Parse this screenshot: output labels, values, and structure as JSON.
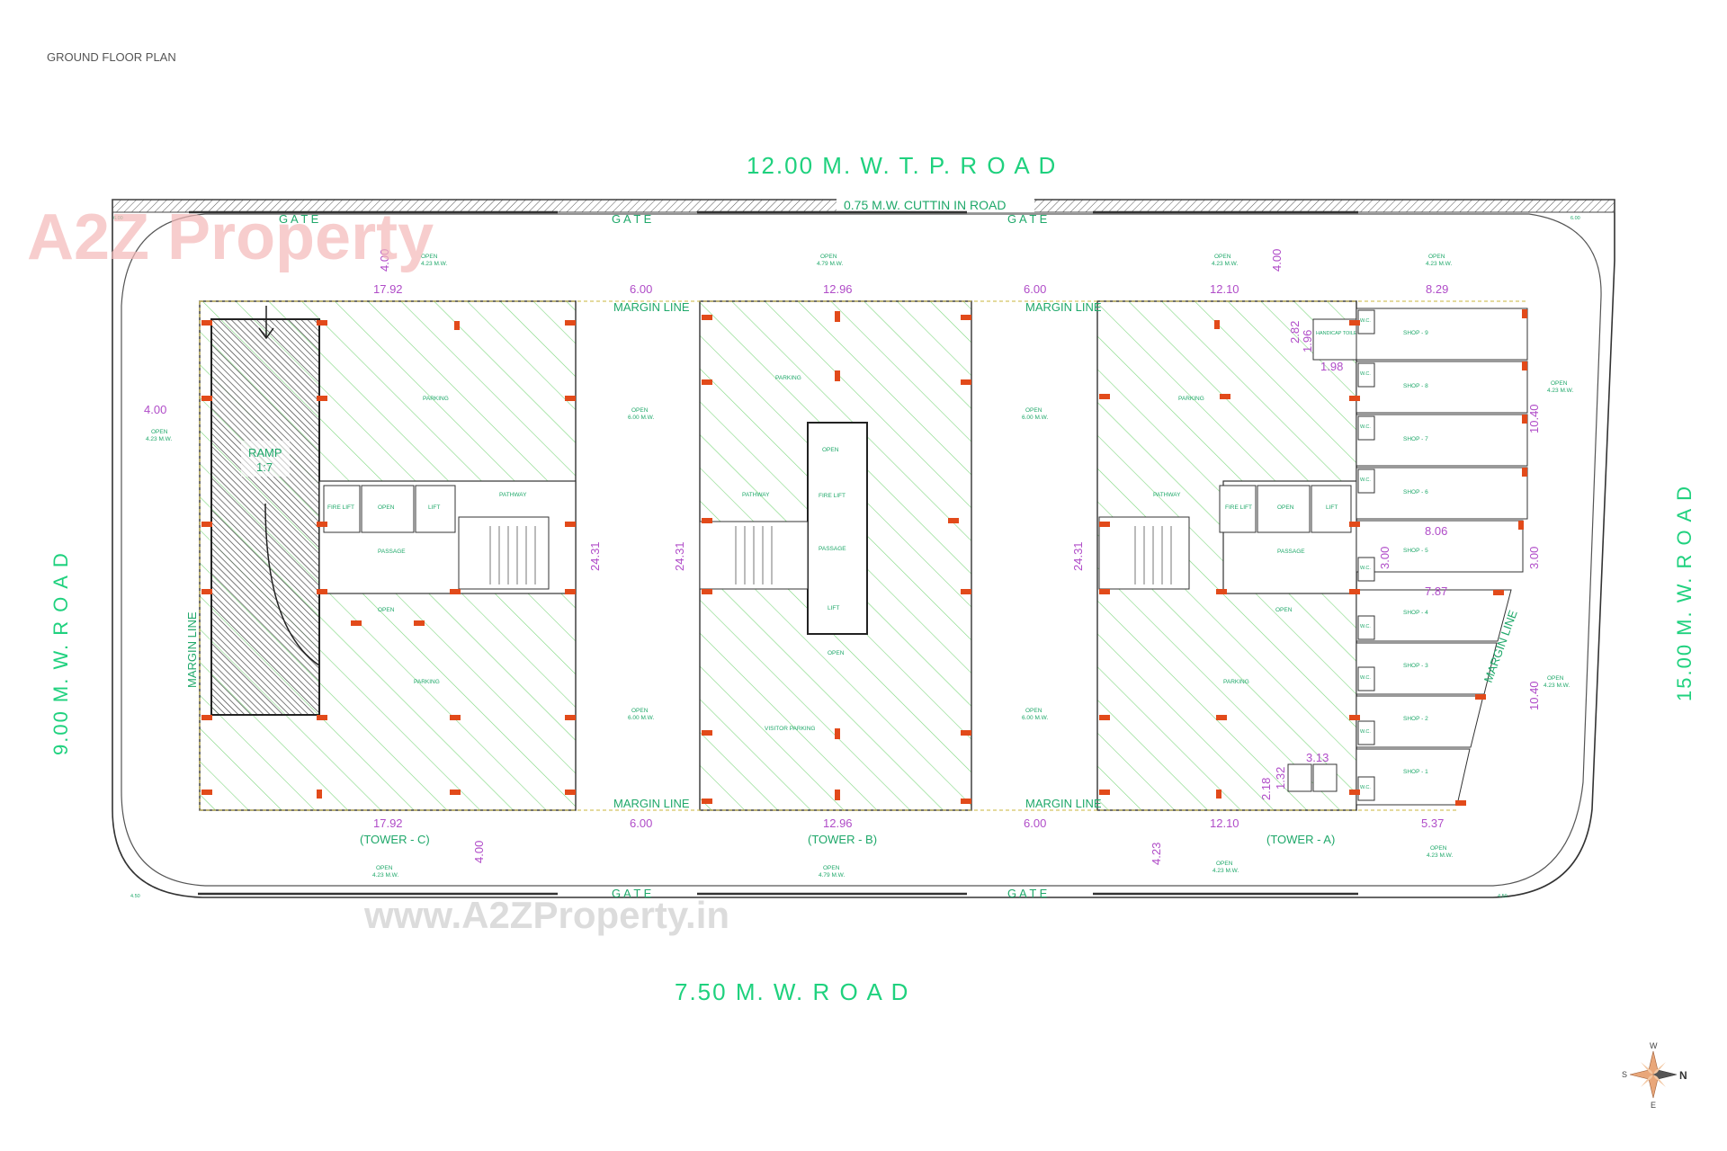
{
  "title": "GROUND FLOOR PLAN",
  "watermark": {
    "logo": "A2Z Property",
    "url": "www.A2ZProperty.in"
  },
  "roads": {
    "north": "12.00  M.  W.  T. P.  R     O     A     D",
    "south": "7.50  M.  W.  R     O     A     D",
    "west": "9.00  M.  W.  R    O    A    D",
    "east": "15.00  M.  W.  R    O    A    D",
    "cutting": "0.75 M.W. CUTTIN IN ROAD"
  },
  "towers": {
    "c": "(TOWER - C)",
    "b": "(TOWER - B)",
    "a": "(TOWER - A)"
  },
  "labels": {
    "gate": "G A T E",
    "margin_line": "MARGIN LINE",
    "ramp": "RAMP",
    "ramp_slope": "1:7",
    "open": "OPEN",
    "parking": "PARKING",
    "visitor_parking": "VISITOR PARKING",
    "passage": "PASSAGE",
    "lift": "LIFT",
    "fire_lift": "FIRE LIFT",
    "pathway": "PATHWAY",
    "handicap_toilet": "HANDICAP TOILET",
    "wc": "W.C.",
    "open_w1": "4.23 M.W.",
    "open_w2": "4.79 M.W.",
    "open_w3": "6.00 M.W."
  },
  "shops": [
    "SHOP - 9",
    "SHOP - 8",
    "SHOP - 7",
    "SHOP - 6",
    "SHOP - 5",
    "SHOP - 4",
    "SHOP - 3",
    "SHOP - 2",
    "SHOP - 1"
  ],
  "dims": {
    "top": [
      "17.92",
      "6.00",
      "12.96",
      "6.00",
      "12.10",
      "8.29"
    ],
    "bottom": [
      "17.92",
      "6.00",
      "12.96",
      "6.00",
      "12.10",
      "5.37"
    ],
    "depth": "24.31",
    "setback_top": "4.00",
    "setback_west": "4.00",
    "setback_bottom_c": "4.00",
    "setback_bottom_a": "4.23",
    "east_upper": "10.40",
    "east_lower": "10.40",
    "east_mid": "3.00",
    "shop_w1": "8.06",
    "shop_w2": "7.87",
    "shop_w3": "3.13",
    "toilet_a": "2.82",
    "toilet_b": "1.96",
    "toilet_c": "1.98",
    "wc_a": "2.18",
    "wc_b": "1.32",
    "corner": "4.50",
    "corner2": "6.00"
  },
  "compass": {
    "w": "W",
    "e": "E",
    "s": "S",
    "n": "N"
  },
  "colors": {
    "road": "#1fd17e",
    "dimension": "#b04cc8",
    "column": "#e24a1a",
    "hatch": "#7fd67f"
  }
}
